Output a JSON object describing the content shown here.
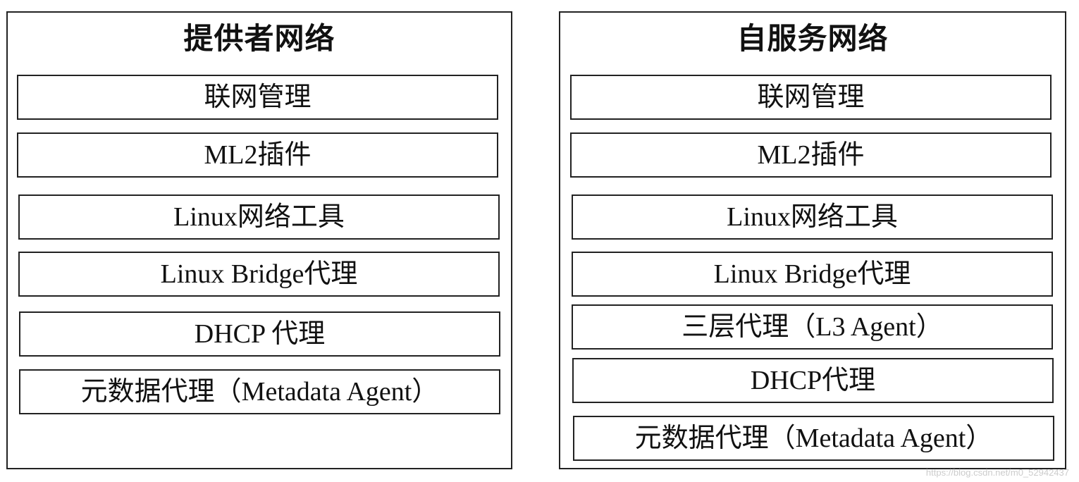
{
  "provider_network": {
    "title": "提供者网络",
    "layers": [
      "联网管理",
      "ML2插件",
      "Linux网络工具",
      "Linux Bridge代理",
      "DHCP 代理",
      "元数据代理（Metadata Agent）"
    ]
  },
  "self_service_network": {
    "title": "自服务网络",
    "layers": [
      "联网管理",
      "ML2插件",
      "Linux网络工具",
      "Linux Bridge代理",
      "三层代理（L3 Agent）",
      "DHCP代理",
      "元数据代理（Metadata Agent）"
    ]
  },
  "watermark": "https://blog.csdn.net/m0_52942437"
}
